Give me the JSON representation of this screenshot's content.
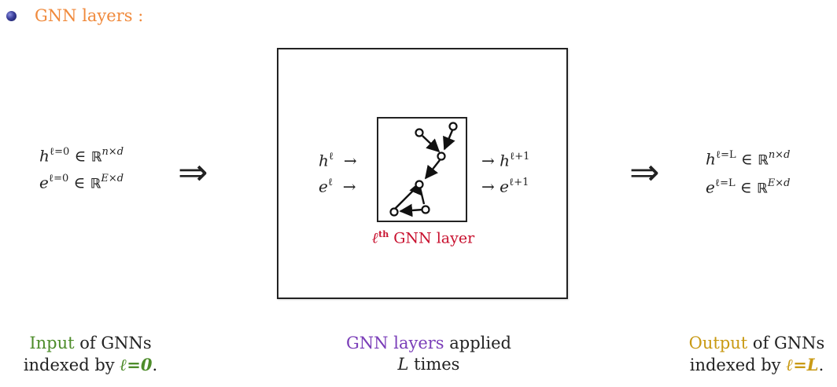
{
  "heading": "GNN layers :",
  "input": {
    "h_sup": "ℓ=0",
    "h_dims": "n×d",
    "e_sup": "ℓ=0",
    "e_dims": "E×d"
  },
  "layer": {
    "in_h_sup": "ℓ",
    "in_e_sup": "ℓ",
    "out_h_sup": "ℓ+1",
    "out_e_sup": "ℓ+1",
    "label_ell": "ℓ",
    "label_th": "th",
    "label_text": " GNN layer"
  },
  "output": {
    "h_sup": "ℓ=L",
    "h_dims": "n×d",
    "e_sup": "ℓ=L",
    "e_dims": "E×d"
  },
  "captions": {
    "input_highlight": "Input",
    "input_rest": " of GNNs",
    "input_line2_prefix": "indexed by ",
    "input_line2_value": "ℓ=0",
    "middle_highlight": "GNN layers",
    "middle_rest": " applied",
    "middle_line2_L": "L",
    "middle_line2_rest": " times",
    "output_highlight": "Output",
    "output_rest": " of GNNs",
    "output_line2_prefix": "indexed by ",
    "output_line2_value": "ℓ=L"
  },
  "colors": {
    "heading": "#f08a3c",
    "input": "#4d8c2a",
    "middle": "#7a3db8",
    "output": "#c99a14",
    "layer_label": "#c8102e"
  }
}
